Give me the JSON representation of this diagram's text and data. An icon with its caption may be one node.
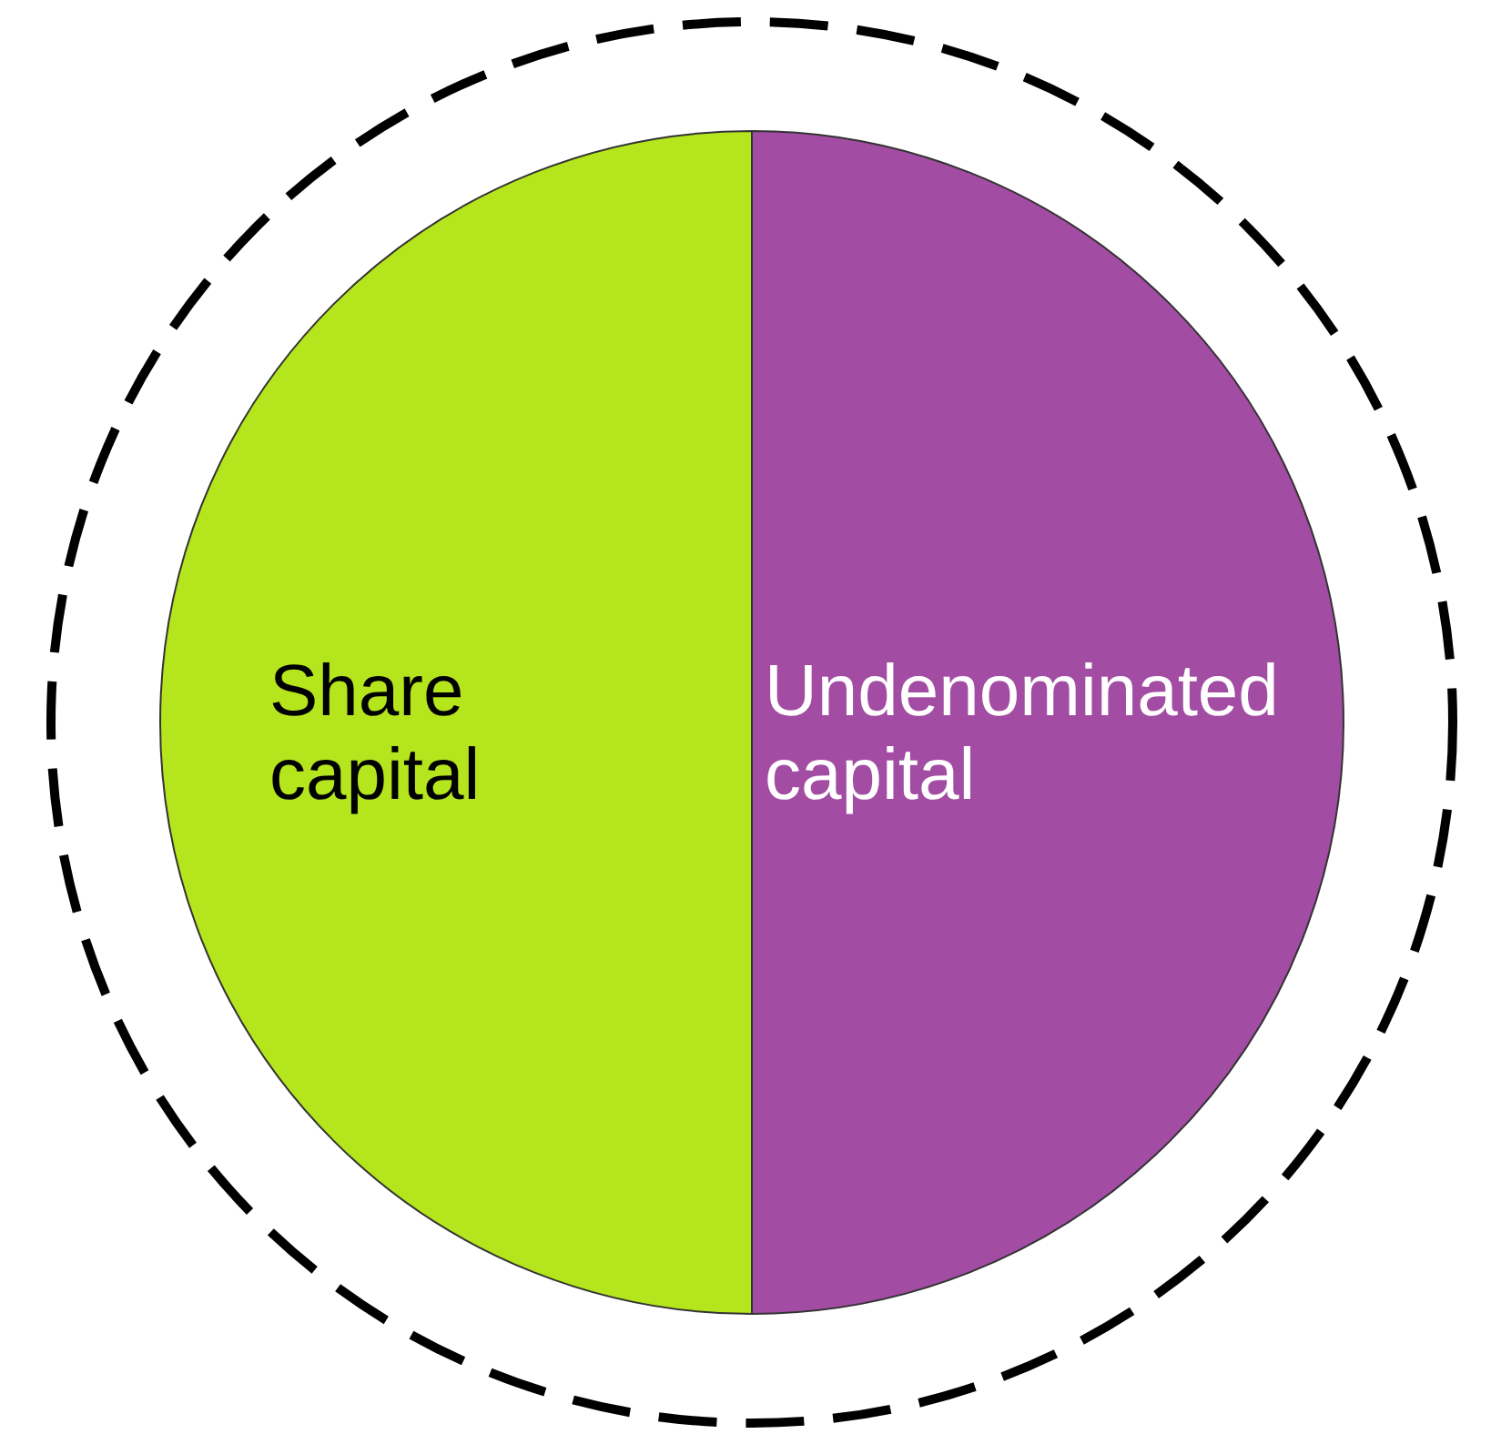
{
  "diagram": {
    "nodes": [
      {
        "text": [],
        "shape": "circle"
      },
      {
        "text": [
          "Share capital"
        ],
        "in": 0
      },
      {
        "text": [
          "Undenominated capital"
        ],
        "in": 0
      }
    ]
  }
}
